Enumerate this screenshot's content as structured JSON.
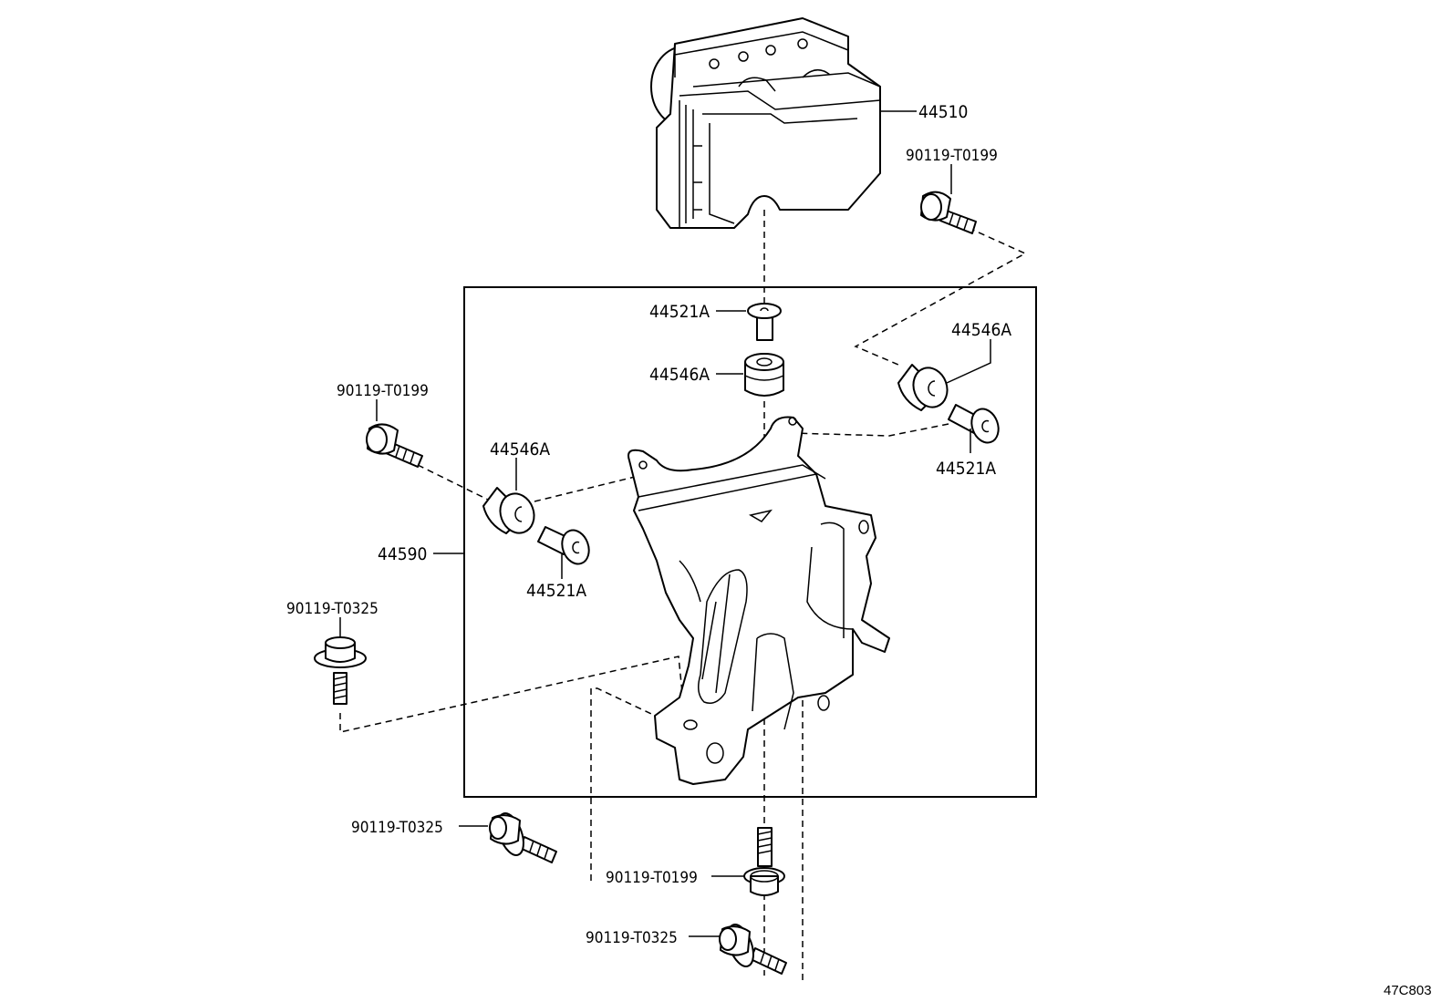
{
  "labels": {
    "abs_actuator": "44510",
    "bolt_top_right": "90119-T0199",
    "collar_top": "44521A",
    "cushion_top": "44546A",
    "cushion_right": "44546A",
    "collar_right": "44521A",
    "bolt_left": "90119-T0199",
    "cushion_left": "44546A",
    "bracket": "44590",
    "collar_left": "44521A",
    "bolt_left_lower": "90119-T0325",
    "bolt_bottom_left": "90119-T0325",
    "bolt_bottom_center": "90119-T0199",
    "bolt_bottom": "90119-T0325"
  },
  "reference_code": "47C803"
}
